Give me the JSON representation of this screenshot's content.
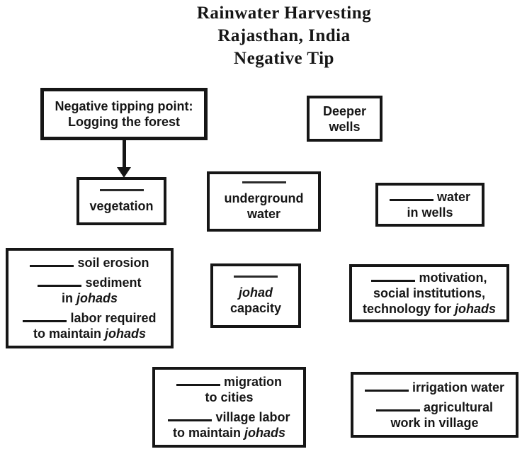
{
  "title": {
    "line1": "Rainwater Harvesting",
    "line2": "Rajasthan, India",
    "line3": "Negative Tip"
  },
  "colors": {
    "ink": "#161616",
    "background": "#ffffff"
  },
  "boxes": {
    "tipping_point": {
      "line1": "Negative tipping point:",
      "line2": "Logging the forest"
    },
    "deeper_wells": {
      "line1": "Deeper",
      "line2": "wells"
    },
    "vegetation": {
      "label": "vegetation"
    },
    "underground_water": {
      "line1": "underground",
      "line2": "water"
    },
    "water_in_wells": {
      "after_blank": "water",
      "line2": "in wells"
    },
    "soil_erosion": {
      "item1_after_blank": "soil erosion",
      "item2_after_blank": "sediment",
      "item2_cont_prefix": "in",
      "item2_cont_italic": "johads",
      "item3_after_blank": "labor required",
      "item3_cont_prefix": "to maintain",
      "item3_cont_italic": "johads"
    },
    "johad_capacity": {
      "line1_italic": "johad",
      "line2": "capacity"
    },
    "motivation": {
      "after_blank": "motivation,",
      "line2": "social institutions,",
      "line3_prefix": "technology for",
      "line3_italic": "johads"
    },
    "migration": {
      "item1_after_blank": "migration",
      "item1_cont": "to cities",
      "item2_after_blank": "village labor",
      "item2_cont_prefix": "to maintain",
      "item2_cont_italic": "johads"
    },
    "irrigation": {
      "item1_after_blank": "irrigation water",
      "item2_after_blank": "agricultural",
      "item2_cont": "work in village"
    }
  }
}
